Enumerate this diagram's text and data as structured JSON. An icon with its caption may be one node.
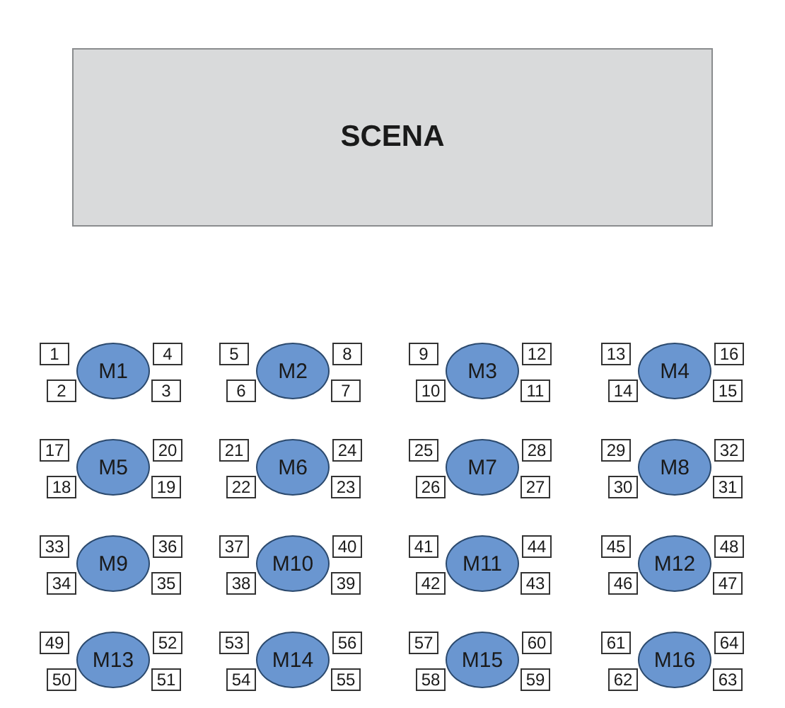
{
  "diagram": {
    "nodes": [
      {
        "text": [
          "SCENA"
        ]
      },
      {
        "text": [
          "M1"
        ]
      },
      {
        "text": [
          "1"
        ]
      },
      {
        "text": [
          "2"
        ]
      },
      {
        "text": [
          "3"
        ]
      },
      {
        "text": [
          "4"
        ]
      },
      {
        "text": [
          "M2"
        ]
      },
      {
        "text": [
          "5"
        ]
      },
      {
        "text": [
          "6"
        ]
      },
      {
        "text": [
          "7"
        ]
      },
      {
        "text": [
          "8"
        ]
      },
      {
        "text": [
          "M3"
        ]
      },
      {
        "text": [
          "9"
        ]
      },
      {
        "text": [
          "10"
        ]
      },
      {
        "text": [
          "11"
        ]
      },
      {
        "text": [
          "12"
        ]
      },
      {
        "text": [
          "M4"
        ]
      },
      {
        "text": [
          "13"
        ]
      },
      {
        "text": [
          "14"
        ]
      },
      {
        "text": [
          "15"
        ]
      },
      {
        "text": [
          "16"
        ]
      },
      {
        "text": [
          "M5"
        ]
      },
      {
        "text": [
          "17"
        ]
      },
      {
        "text": [
          "18"
        ]
      },
      {
        "text": [
          "19"
        ]
      },
      {
        "text": [
          "20"
        ]
      },
      {
        "text": [
          "M6"
        ]
      },
      {
        "text": [
          "21"
        ]
      },
      {
        "text": [
          "22"
        ]
      },
      {
        "text": [
          "23"
        ]
      },
      {
        "text": [
          "24"
        ]
      },
      {
        "text": [
          "M7"
        ]
      },
      {
        "text": [
          "25"
        ]
      },
      {
        "text": [
          "26"
        ]
      },
      {
        "text": [
          "27"
        ]
      },
      {
        "text": [
          "28"
        ]
      },
      {
        "text": [
          "M8"
        ]
      },
      {
        "text": [
          "29"
        ]
      },
      {
        "text": [
          "30"
        ]
      },
      {
        "text": [
          "31"
        ]
      },
      {
        "text": [
          "32"
        ]
      },
      {
        "text": [
          "M9"
        ]
      },
      {
        "text": [
          "33"
        ]
      },
      {
        "text": [
          "34"
        ]
      },
      {
        "text": [
          "35"
        ]
      },
      {
        "text": [
          "36"
        ]
      },
      {
        "text": [
          "M10"
        ]
      },
      {
        "text": [
          "37"
        ]
      },
      {
        "text": [
          "38"
        ]
      },
      {
        "text": [
          "39"
        ]
      },
      {
        "text": [
          "40"
        ]
      },
      {
        "text": [
          "M11"
        ]
      },
      {
        "text": [
          "41"
        ]
      },
      {
        "text": [
          "42"
        ]
      },
      {
        "text": [
          "43"
        ]
      },
      {
        "text": [
          "44"
        ]
      },
      {
        "text": [
          "M12"
        ]
      },
      {
        "text": [
          "45"
        ]
      },
      {
        "text": [
          "46"
        ]
      },
      {
        "text": [
          "47"
        ]
      },
      {
        "text": [
          "48"
        ]
      },
      {
        "text": [
          "M13"
        ]
      },
      {
        "text": [
          "49"
        ]
      },
      {
        "text": [
          "50"
        ]
      },
      {
        "text": [
          "51"
        ]
      },
      {
        "text": [
          "52"
        ]
      },
      {
        "text": [
          "M14"
        ]
      },
      {
        "text": [
          "53"
        ]
      },
      {
        "text": [
          "54"
        ]
      },
      {
        "text": [
          "55"
        ]
      },
      {
        "text": [
          "56"
        ]
      },
      {
        "text": [
          "M15"
        ]
      },
      {
        "text": [
          "57"
        ]
      },
      {
        "text": [
          "58"
        ]
      },
      {
        "text": [
          "59"
        ]
      },
      {
        "text": [
          "60"
        ]
      },
      {
        "text": [
          "M16"
        ]
      },
      {
        "text": [
          "61"
        ]
      },
      {
        "text": [
          "62"
        ]
      },
      {
        "text": [
          "63"
        ]
      },
      {
        "text": [
          "64"
        ]
      }
    ]
  }
}
